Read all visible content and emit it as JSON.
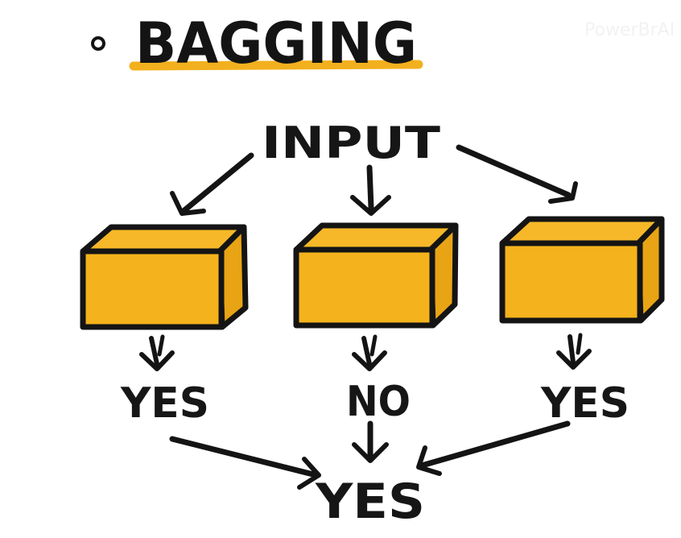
{
  "title": {
    "text": "BAGGING",
    "bullet": "o"
  },
  "watermark": "PowerBrAI",
  "input_label": "INPUT",
  "models": [
    {
      "output": "YES"
    },
    {
      "output": "NO"
    },
    {
      "output": "YES"
    }
  ],
  "final_output": "YES",
  "colors": {
    "box_fill": "#f4b31c",
    "box_top": "#f6b828",
    "box_side": "#e8a414",
    "ink": "#141414",
    "title_underline": "#f2b01e"
  }
}
